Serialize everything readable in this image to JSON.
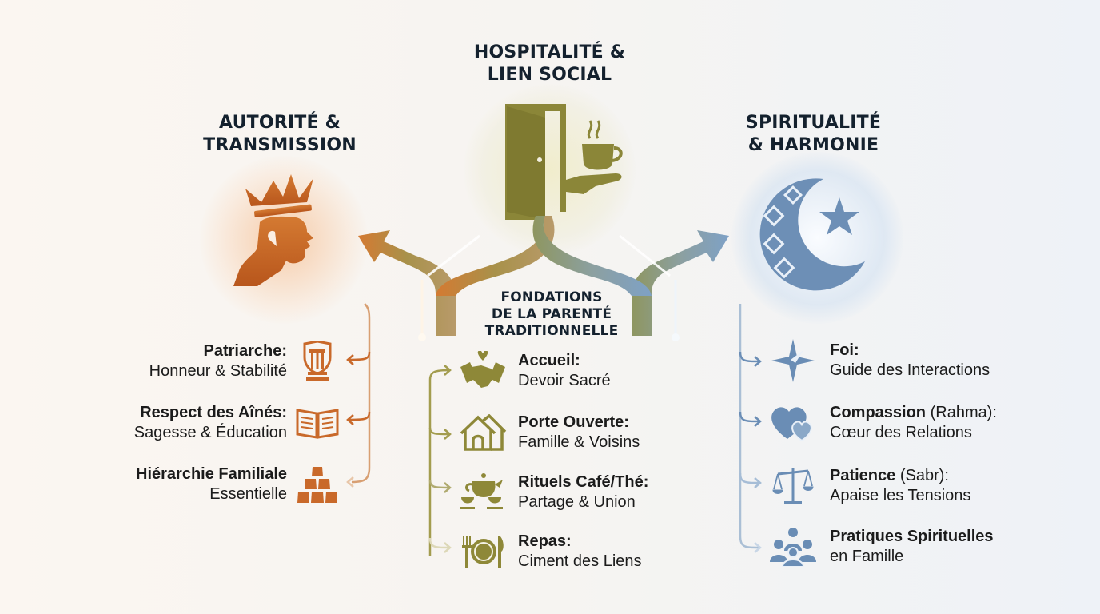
{
  "center": {
    "title_lines": [
      "FONDATIONS",
      "DE LA PARENTÉ",
      "TRADITIONNELLE"
    ]
  },
  "columns": {
    "left": {
      "title_lines": [
        "AUTORITÉ &",
        "TRANSMISSION"
      ],
      "main_icon": "crowned-king-profile-icon",
      "color": "#c9692a",
      "items": [
        {
          "bold": "Patriarche:",
          "normal": "Honneur & Stabilité",
          "icon": "shield-column-icon"
        },
        {
          "bold": "Respect des Aînés:",
          "normal": "Sagesse & Éducation",
          "icon": "open-book-icon"
        },
        {
          "bold": "Hiérarchie Familiale",
          "normal": "Essentielle",
          "icon": "stacked-bricks-icon"
        }
      ]
    },
    "middle": {
      "title_lines": [
        "HOSPITALITÉ &",
        "LIEN SOCIAL"
      ],
      "main_icon": "open-door-coffee-hand-icon",
      "color": "#8e8838",
      "items": [
        {
          "bold": "Accueil:",
          "normal": "Devoir Sacré",
          "icon": "handshake-heart-icon"
        },
        {
          "bold": "Porte Ouverte:",
          "normal": "Famille & Voisins",
          "icon": "houses-icon"
        },
        {
          "bold": "Rituels Café/Thé:",
          "normal": "Partage & Union",
          "icon": "teapot-cups-icon"
        },
        {
          "bold": "Repas:",
          "normal": "Ciment des Liens",
          "icon": "plate-cutlery-icon"
        }
      ]
    },
    "right": {
      "title_lines": [
        "SPIRITUALITÉ",
        "& HARMONIE"
      ],
      "main_icon": "crescent-star-icon",
      "color": "#6a8db5",
      "items": [
        {
          "bold": "Foi:",
          "extra": "",
          "normal": "Guide des Interactions",
          "icon": "compass-star-icon"
        },
        {
          "bold": "Compassion",
          "extra": " (Rahma):",
          "normal": "Cœur des Relations",
          "icon": "two-hearts-icon"
        },
        {
          "bold": "Patience",
          "extra": " (Sabr):",
          "normal": "Apaise les Tensions",
          "icon": "balance-scale-icon"
        },
        {
          "bold": "Pratiques Spirituelles",
          "extra": "",
          "normal": "en Famille",
          "icon": "family-group-icon"
        }
      ]
    }
  }
}
